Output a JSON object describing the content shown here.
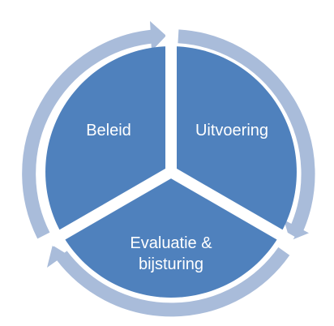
{
  "diagram": {
    "type": "cycle",
    "segments": [
      {
        "label_lines": [
          "Beleid"
        ]
      },
      {
        "label_lines": [
          "Uitvoering"
        ]
      },
      {
        "label_lines": [
          "Evaluatie &",
          "bijsturing"
        ]
      }
    ],
    "colors": {
      "segment_fill": "#4f81bd",
      "arrow_ring": "#a9bcda",
      "separator": "#ffffff",
      "label_text": "#ffffff"
    }
  }
}
